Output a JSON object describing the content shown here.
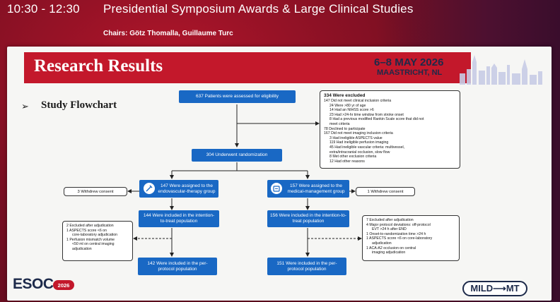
{
  "session": {
    "time": "10:30 - 12:30",
    "title": "Presidential Symposium Awards & Large Clinical Studies",
    "chairs": "Chairs: Götz Thomalla, Guillaume Turc"
  },
  "slide": {
    "title": "Research Results",
    "date": "6–8 MAY 2026",
    "city": "MAASTRICHT, NL",
    "section_bullet": "➢",
    "section_label": "Study Flowchart"
  },
  "flowchart": {
    "assessed": "637 Patients were assessed for eligibility",
    "excluded": {
      "title": "334 Were excluded",
      "lines": [
        {
          "text": "147 Did not meet clinical inclusion criteria",
          "indent": false
        },
        {
          "text": "24 Were >80 yr of age",
          "indent": true
        },
        {
          "text": "14 Had an NIHSS score >6",
          "indent": true
        },
        {
          "text": "23 Had >24-hr time window from stroke onset",
          "indent": true
        },
        {
          "text": "8 Had a previous modified Rankin Scale score that did not",
          "indent": true
        },
        {
          "text": "meet criteria",
          "indent": true
        },
        {
          "text": "78 Declined to participate",
          "indent": false
        },
        {
          "text": "167 Did not meet imaging inclusion criteria",
          "indent": false
        },
        {
          "text": "3 Had ineligible ASPECTS value",
          "indent": true
        },
        {
          "text": "119 Had ineligible perfusion imaging",
          "indent": true
        },
        {
          "text": "45 Had ineligible vascular criteria: multivessel,",
          "indent": true
        },
        {
          "text": "extra/intracranial occlusion, slow flow",
          "indent": true
        },
        {
          "text": "8 Met other exclusion criteria",
          "indent": true
        },
        {
          "text": "12 Had other reasons",
          "indent": true
        }
      ]
    },
    "randomized": "304 Underwent randomization",
    "endovascular": {
      "assigned": "147 Were assigned to the endovascular-therapy group",
      "withdrew": "3 Withdrew consent",
      "itt": "144 Were included in the intention-to-treat population",
      "excluded_title": "2 Excluded after adjudication",
      "excluded_lines": [
        "1 ASPECTS score <6 on",
        "core-laboratory adjudication",
        "1 Perfusion mismatch volume",
        "<50 ml on central imaging",
        "adjudication"
      ],
      "pp": "142 Were included in the per-protocol population"
    },
    "medical": {
      "assigned": "157 Were assigned to the medical-management group",
      "withdrew": "1 Withdrew consent",
      "itt": "156 Were included in the intention-to-treat population",
      "excluded_title": "7 Excluded after adjudication",
      "excluded_lines": [
        "4 Major protocol deviations: off-protocol",
        "EVT >24 h after END",
        "1 Onset-to-randomization time >24 h",
        "1 ASPECTS score <6 on core-laboratory",
        "adjudication",
        "1 ACA-A2 occlusion on central",
        "imaging adjudication"
      ],
      "pp": "151 Were included in the per-protocol population"
    }
  },
  "footer": {
    "esoc_logo": "ESOC",
    "esoc_year": "2026",
    "trial_logo": "MILD⟶MT"
  },
  "colors": {
    "session_bg": "#7a0f22",
    "header_red": "#c3182b",
    "flow_blue": "#1968c4",
    "navy": "#1d2a4a"
  },
  "icons": [
    "bullet-arrow-icon",
    "catheter-icon",
    "medication-icon",
    "skyline-logo"
  ]
}
